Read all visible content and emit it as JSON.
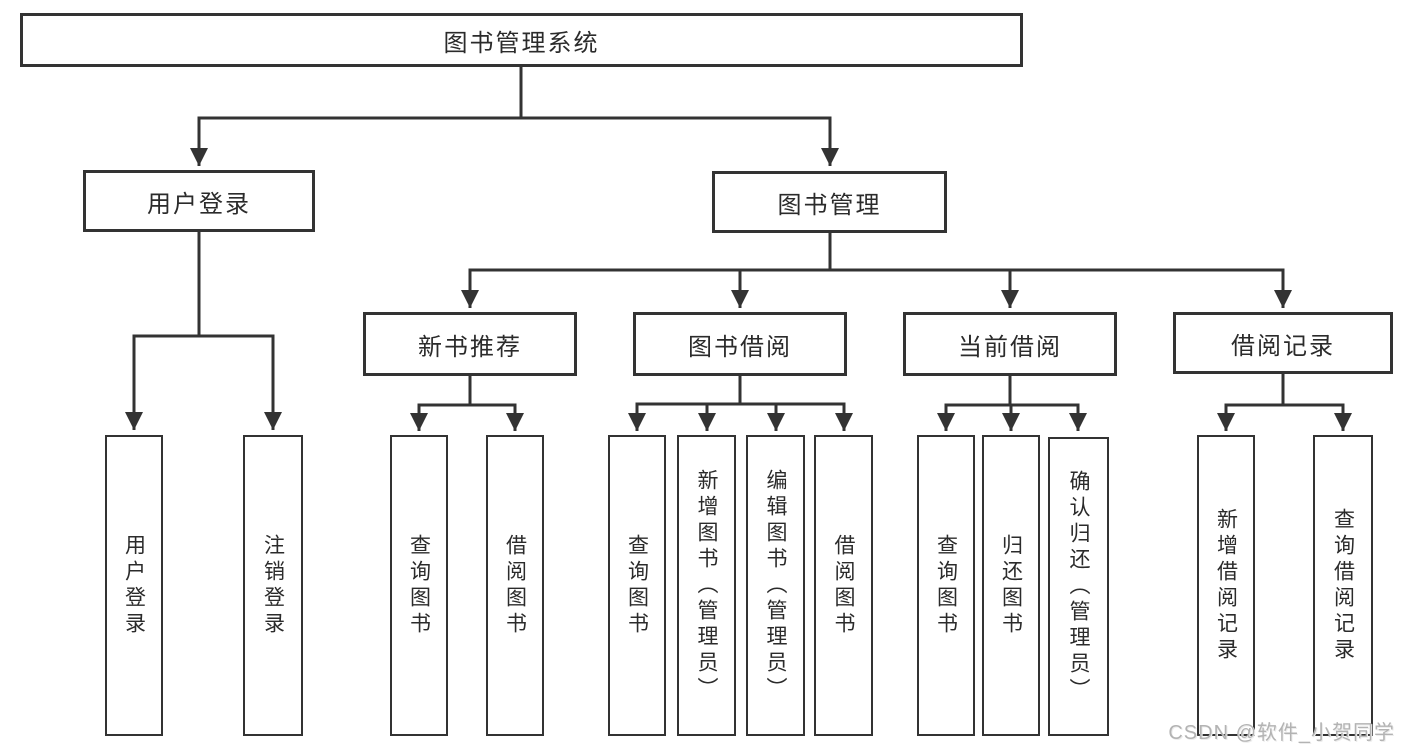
{
  "tree": {
    "label": "图书管理系统",
    "children": [
      {
        "label": "用户登录",
        "children": [
          {
            "label": "用户登录"
          },
          {
            "label": "注销登录"
          }
        ]
      },
      {
        "label": "图书管理",
        "children": [
          {
            "label": "新书推荐",
            "children": [
              {
                "label": "查询图书"
              },
              {
                "label": "借阅图书"
              }
            ]
          },
          {
            "label": "图书借阅",
            "children": [
              {
                "label": "查询图书"
              },
              {
                "label": "新增图书（管理员）"
              },
              {
                "label": "编辑图书（管理员）"
              },
              {
                "label": "借阅图书"
              }
            ]
          },
          {
            "label": "当前借阅",
            "children": [
              {
                "label": "查询图书"
              },
              {
                "label": "归还图书"
              },
              {
                "label": "确认归还（管理员）"
              }
            ]
          },
          {
            "label": "借阅记录",
            "children": [
              {
                "label": "新增借阅记录"
              },
              {
                "label": "查询借阅记录"
              }
            ]
          }
        ]
      }
    ]
  },
  "watermark": "CSDN @软件_小贺同学",
  "colors": {
    "line": "#333333",
    "box_border": "#333333",
    "box_fill": "#ffffff",
    "text": "#2b2b2b",
    "watermark": "#b3b3b3"
  }
}
